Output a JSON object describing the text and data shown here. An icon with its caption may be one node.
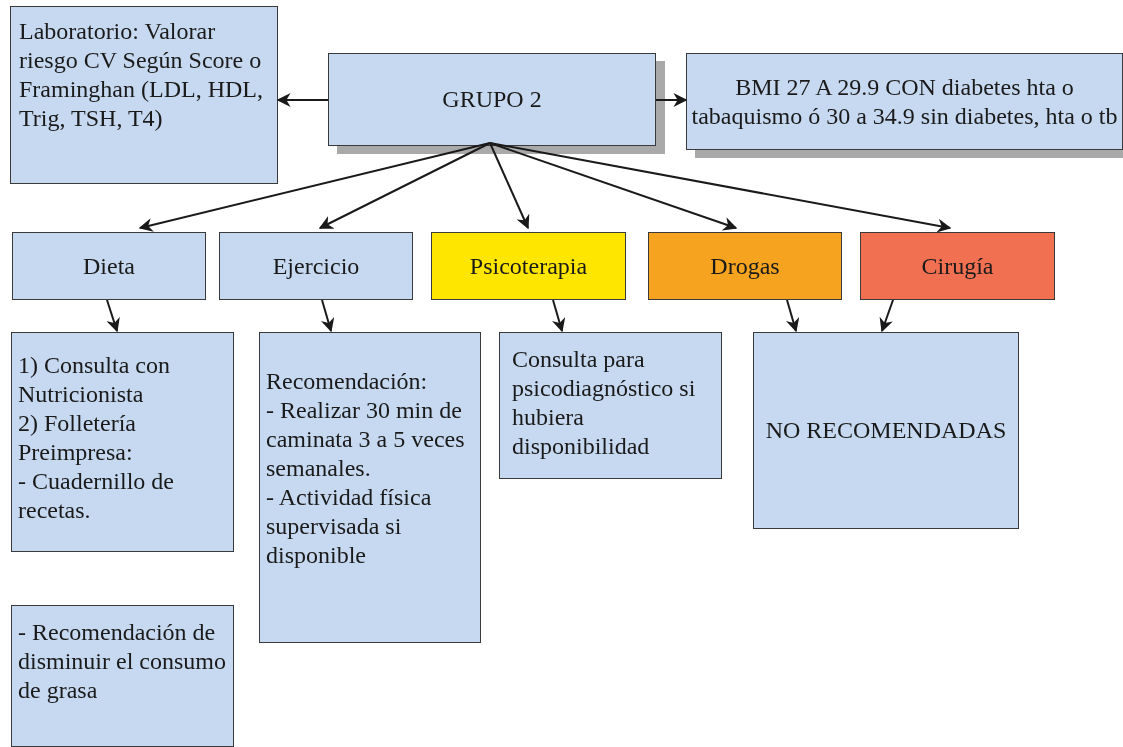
{
  "diagram": {
    "nodes": [
      {
        "text": [
          "Laboratorio: Valorar riesgo CV Según Score o Framinghan (LDL, HDL, Trig, TSH, T4)"
        ]
      },
      {
        "text": [
          "GRUPO 2"
        ]
      },
      {
        "text": [
          "BMI 27 A 29.9 CON diabetes hta o tabaquismo ó 30 a 34.9 sin diabetes, hta o tb"
        ]
      },
      {
        "text": [
          "Dieta"
        ]
      },
      {
        "text": [
          "Ejercicio"
        ]
      },
      {
        "text": [
          "Psicoterapia"
        ]
      },
      {
        "text": [
          "Drogas"
        ]
      },
      {
        "text": [
          "Cirugía"
        ]
      },
      {
        "text": [
          "1) Consulta con Nutricionista",
          "2) Folletería Preimpresa:",
          "- Cuadernillo de recetas."
        ]
      },
      {
        "text": [
          "Recomendación:",
          "- Realizar 30 min de caminata 3 a 5 veces semanales.",
          "- Actividad física supervisada si disponible"
        ]
      },
      {
        "text": [
          "Consulta para psicodiagnóstico si hubiera disponibilidad"
        ]
      },
      {
        "text": [
          "NO RECOMENDADAS"
        ]
      },
      {
        "text": [
          "- Recomendación de disminuir el consumo de grasa"
        ]
      }
    ],
    "edges": [
      {
        "from": 1,
        "to": 0,
        "arrow": "to"
      },
      {
        "from": 1,
        "to": 2,
        "arrow": "to"
      },
      {
        "from": 1,
        "to": 3,
        "arrow": "to"
      },
      {
        "from": 1,
        "to": 4,
        "arrow": "to"
      },
      {
        "from": 1,
        "to": 5,
        "arrow": "to"
      },
      {
        "from": 1,
        "to": 6,
        "arrow": "to"
      },
      {
        "from": 1,
        "to": 7,
        "arrow": "to"
      },
      {
        "from": 3,
        "to": 8,
        "arrow": "to"
      },
      {
        "from": 4,
        "to": 9,
        "arrow": "to"
      },
      {
        "from": 5,
        "to": 10,
        "arrow": "to"
      },
      {
        "from": 6,
        "to": 11,
        "arrow": "to"
      },
      {
        "from": 7,
        "to": 11,
        "arrow": "to"
      }
    ]
  }
}
